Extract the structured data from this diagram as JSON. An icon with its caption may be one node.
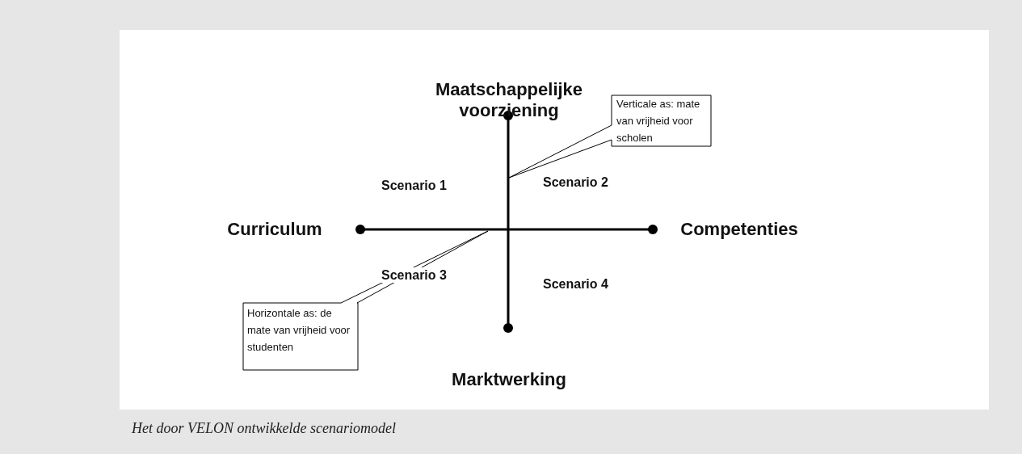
{
  "diagram": {
    "caption": "Het door VELON ontwikkelde scenariomodel",
    "nodes": [
      {
        "text": [
          "Verticale as: mate van vrijheid voor scholen"
        ]
      },
      {
        "text": [
          "Horizontale as: de mate van vrijheid voor studenten"
        ]
      }
    ],
    "labels": [
      "Maatschappelijke voorziening",
      "Scenario 1",
      "Scenario 2",
      "Curriculum",
      "Competenties",
      "Scenario 3",
      "Scenario 4",
      "Marktwerking"
    ]
  }
}
